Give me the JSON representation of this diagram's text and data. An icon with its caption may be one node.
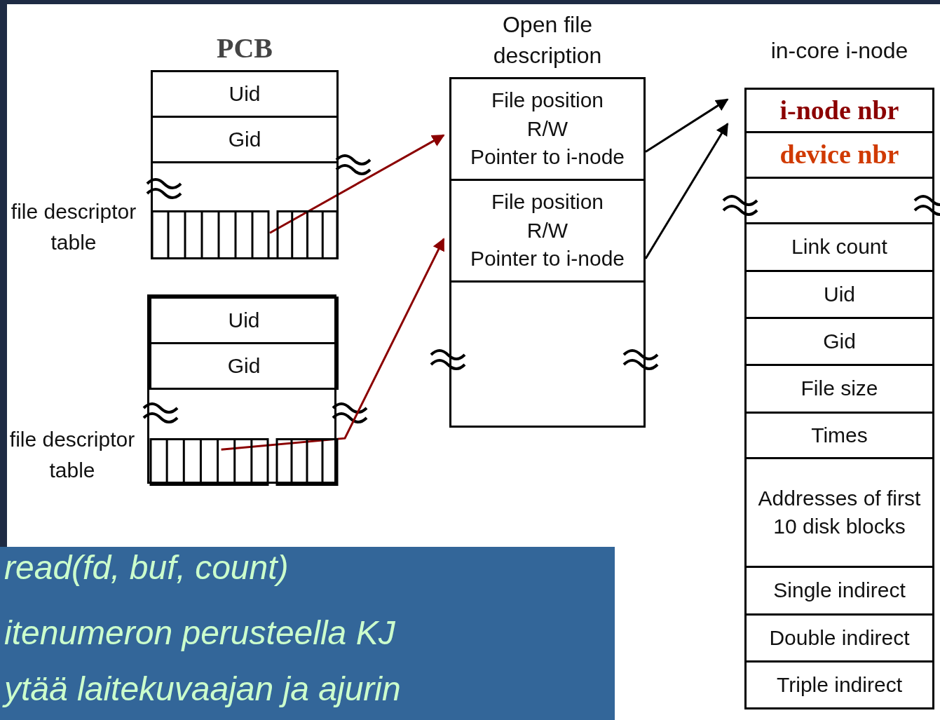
{
  "diagram": {
    "nodes": [
      {
        "text": [
          "PCB"
        ]
      },
      {
        "text": [
          "Uid"
        ],
        "in": 0
      },
      {
        "text": [
          "Gid"
        ],
        "in": 0
      },
      {
        "text": [],
        "shape": "box",
        "in": 0,
        "beside": [
          "file descriptor table"
        ]
      },
      {
        "text": [],
        "shape": "box"
      },
      {
        "text": [
          "Uid"
        ],
        "in": 4
      },
      {
        "text": [
          "Gid"
        ],
        "in": 4
      },
      {
        "text": [],
        "shape": "box",
        "in": 4,
        "beside": [
          "file descriptor table"
        ]
      },
      {
        "text": [
          "Open file description"
        ]
      },
      {
        "text": [
          "File position",
          "R/W",
          "Pointer to i-node"
        ],
        "in": 8
      },
      {
        "text": [
          "File position",
          "R/W",
          "Pointer to i-node"
        ],
        "in": 8
      },
      {
        "text": [
          "in-core i-node"
        ]
      },
      {
        "text": [
          "i-node nbr"
        ],
        "in": 11
      },
      {
        "text": [
          "device nbr"
        ],
        "in": 11
      },
      {
        "text": [
          "Link count"
        ],
        "in": 11
      },
      {
        "text": [
          "Uid"
        ],
        "in": 11
      },
      {
        "text": [
          "Gid"
        ],
        "in": 11
      },
      {
        "text": [
          "File size"
        ],
        "in": 11
      },
      {
        "text": [
          "Times"
        ],
        "in": 11
      },
      {
        "text": [
          "Addresses of first 10 disk blocks"
        ],
        "in": 11
      },
      {
        "text": [
          "Single indirect"
        ],
        "in": 11
      },
      {
        "text": [
          "Double indirect"
        ],
        "in": 11
      },
      {
        "text": [
          "Triple indirect"
        ],
        "in": 11
      }
    ],
    "edges": [
      {
        "from": 3,
        "to": 9,
        "arrow": "to",
        "color": "#8b0000"
      },
      {
        "from": 7,
        "to": 10,
        "arrow": "to",
        "color": "#8b0000"
      },
      {
        "from": 9,
        "to": 11,
        "arrow": "to",
        "color": "#000000"
      },
      {
        "from": 10,
        "to": 11,
        "arrow": "to",
        "color": "#000000"
      }
    ],
    "labels": [
      "read(fd, buf, count)",
      "itenumeron perusteella KJ",
      "ytää laitekuvaajan ja ajurin"
    ]
  }
}
